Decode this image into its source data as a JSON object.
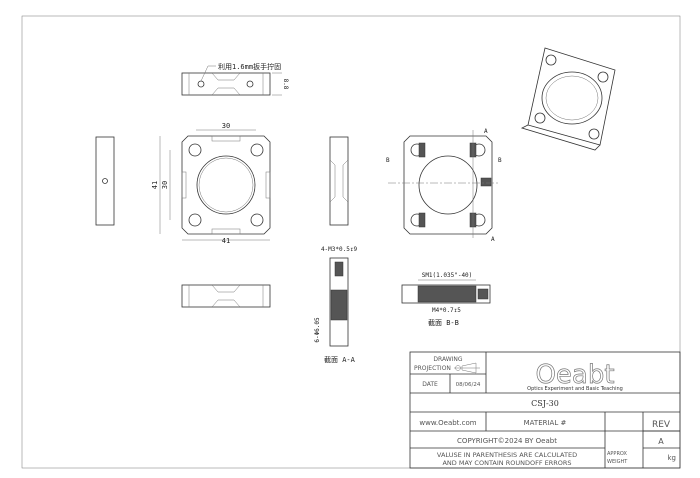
{
  "annotations": {
    "wrench_note": "利用1.6mm扳手拧固",
    "thickness": "8.8",
    "dim_30_top": "30",
    "dim_41_side": "41",
    "dim_30_side": "30",
    "dim_41_bottom": "41",
    "section_a": "A",
    "section_b": "B",
    "thread_m3": "4-M3*0.5↧9",
    "thread_sm1": "SM1(1.035\"-40)",
    "thread_m4": "M4*0.7↧5",
    "hole_dim": "6-Φ6.05",
    "section_aa_label": "截面 A-A",
    "section_bb_label": "截面 B-B"
  },
  "title_block": {
    "drawing_label": "DRAWING",
    "projection_label": "PROJECTION",
    "date_label": "DATE",
    "date_value": "08/06/24",
    "logo_text": "Oeabt",
    "logo_tagline": "Optics Experiment and Basic Teaching",
    "part_number": "CSJ-30",
    "website": "www.Oeabt.com",
    "material_label": "MATERIAL #",
    "rev_label": "REV",
    "rev_value": "A",
    "copyright": "COPYRIGHT©2024 BY Oeabt",
    "disclaimer_line1": "VALUSE IN PARENTHESIS ARE CALCULATED",
    "disclaimer_line2": "AND MAY CONTAIN ROUNDOFF ERRORS",
    "approx_label": "APPROX",
    "weight_label": "WEIGHT",
    "weight_unit": "kg"
  }
}
